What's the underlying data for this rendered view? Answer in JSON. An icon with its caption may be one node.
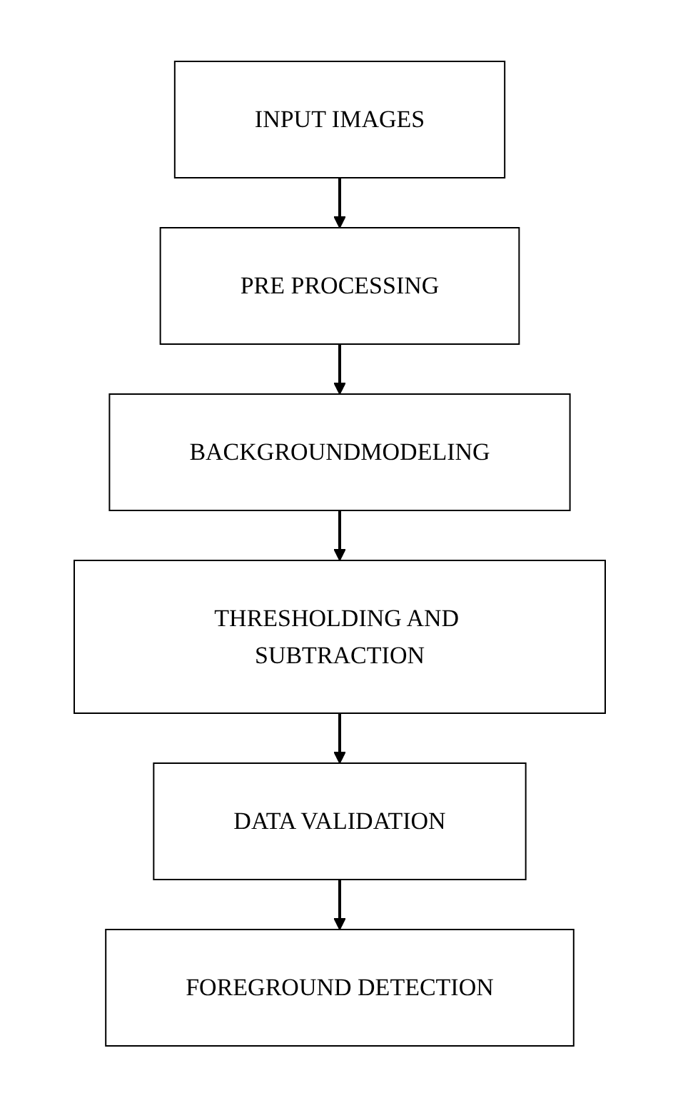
{
  "diagram": {
    "nodes": [
      {
        "text": [
          "INPUT IMAGES"
        ]
      },
      {
        "text": [
          "PRE PROCESSING"
        ]
      },
      {
        "text": [
          "BACKGROUNDMODELING"
        ]
      },
      {
        "text": [
          "THRESHOLDING AND SUBTRACTION"
        ]
      },
      {
        "text": [
          "DATA VALIDATION"
        ]
      },
      {
        "text": [
          "FOREGROUND DETECTION"
        ]
      }
    ],
    "edges": [
      {
        "from": 0,
        "to": 1,
        "arrow": "to"
      },
      {
        "from": 1,
        "to": 2,
        "arrow": "to"
      },
      {
        "from": 2,
        "to": 3,
        "arrow": "to"
      },
      {
        "from": 3,
        "to": 4,
        "arrow": "to"
      },
      {
        "from": 4,
        "to": 5,
        "arrow": "to"
      }
    ]
  }
}
